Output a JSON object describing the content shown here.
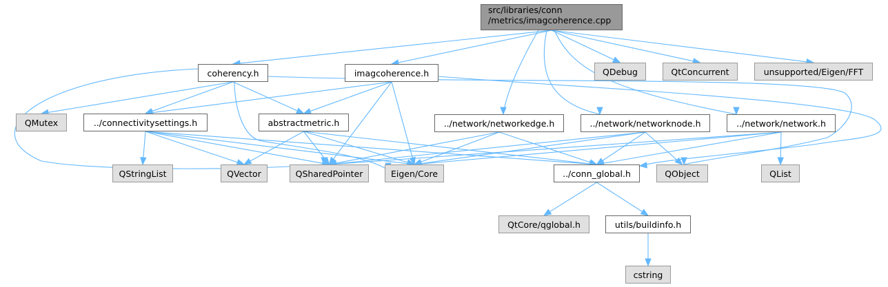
{
  "title": "Include dependency graph for imagcoherence.cpp",
  "colors": {
    "edge": "#63b8ff",
    "root_fill": "#999999",
    "internal_fill": "#ffffff",
    "external_fill": "#e0e0e0"
  },
  "nodes": {
    "root": {
      "line1": "src/libraries/conn",
      "line2": "/metrics/imagcoherence.cpp",
      "kind": "root"
    },
    "coherency": {
      "label": "coherency.h",
      "kind": "internal"
    },
    "imagcoherence": {
      "label": "imagcoherence.h",
      "kind": "internal"
    },
    "qdebug": {
      "label": "QDebug",
      "kind": "external"
    },
    "qtconcurrent": {
      "label": "QtConcurrent",
      "kind": "external"
    },
    "fft": {
      "label": "unsupported/Eigen/FFT",
      "kind": "external"
    },
    "qmutex": {
      "label": "QMutex",
      "kind": "external"
    },
    "connectivitysettings": {
      "label": "../connectivitysettings.h",
      "kind": "internal"
    },
    "abstractmetric": {
      "label": "abstractmetric.h",
      "kind": "internal"
    },
    "networkedge": {
      "label": "../network/networkedge.h",
      "kind": "internal"
    },
    "networknode": {
      "label": "../network/networknode.h",
      "kind": "internal"
    },
    "network": {
      "label": "../network/network.h",
      "kind": "internal"
    },
    "qstringlist": {
      "label": "QStringList",
      "kind": "external"
    },
    "qvector": {
      "label": "QVector",
      "kind": "external"
    },
    "qsharedpointer": {
      "label": "QSharedPointer",
      "kind": "external"
    },
    "eigencore": {
      "label": "Eigen/Core",
      "kind": "external"
    },
    "connglobal": {
      "label": "../conn_global.h",
      "kind": "internal"
    },
    "qobject": {
      "label": "QObject",
      "kind": "external"
    },
    "qlist": {
      "label": "QList",
      "kind": "external"
    },
    "qglobal": {
      "label": "QtCore/qglobal.h",
      "kind": "external"
    },
    "buildinfo": {
      "label": "utils/buildinfo.h",
      "kind": "internal"
    },
    "cstring": {
      "label": "cstring",
      "kind": "external"
    }
  },
  "edges": [
    [
      "root",
      "coherency"
    ],
    [
      "root",
      "imagcoherence"
    ],
    [
      "root",
      "qdebug"
    ],
    [
      "root",
      "qtconcurrent"
    ],
    [
      "root",
      "fft"
    ],
    [
      "root",
      "networkedge"
    ],
    [
      "root",
      "networknode"
    ],
    [
      "root",
      "network"
    ],
    [
      "coherency",
      "qmutex"
    ],
    [
      "coherency",
      "connectivitysettings"
    ],
    [
      "coherency",
      "abstractmetric"
    ],
    [
      "coherency",
      "qsharedpointer"
    ],
    [
      "coherency",
      "eigencore"
    ],
    [
      "coherency",
      "qobject"
    ],
    [
      "imagcoherence",
      "connectivitysettings"
    ],
    [
      "imagcoherence",
      "abstractmetric"
    ],
    [
      "imagcoherence",
      "qsharedpointer"
    ],
    [
      "imagcoherence",
      "eigencore"
    ],
    [
      "imagcoherence",
      "connglobal"
    ],
    [
      "connectivitysettings",
      "qstringlist"
    ],
    [
      "connectivitysettings",
      "qvector"
    ],
    [
      "connectivitysettings",
      "qsharedpointer"
    ],
    [
      "connectivitysettings",
      "eigencore"
    ],
    [
      "connectivitysettings",
      "connglobal"
    ],
    [
      "abstractmetric",
      "qvector"
    ],
    [
      "abstractmetric",
      "qsharedpointer"
    ],
    [
      "abstractmetric",
      "eigencore"
    ],
    [
      "abstractmetric",
      "connglobal"
    ],
    [
      "networkedge",
      "qsharedpointer"
    ],
    [
      "networkedge",
      "eigencore"
    ],
    [
      "networkedge",
      "connglobal"
    ],
    [
      "networknode",
      "qsharedpointer"
    ],
    [
      "networknode",
      "eigencore"
    ],
    [
      "networknode",
      "connglobal"
    ],
    [
      "networknode",
      "qobject"
    ],
    [
      "network",
      "qsharedpointer"
    ],
    [
      "network",
      "eigencore"
    ],
    [
      "network",
      "connglobal"
    ],
    [
      "network",
      "qlist"
    ],
    [
      "connglobal",
      "qglobal"
    ],
    [
      "connglobal",
      "buildinfo"
    ],
    [
      "buildinfo",
      "cstring"
    ]
  ]
}
